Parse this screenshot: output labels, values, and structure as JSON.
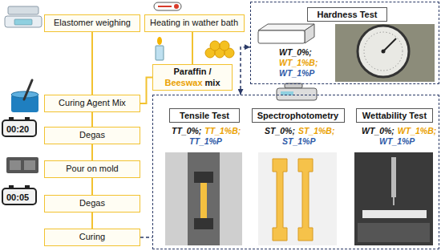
{
  "diagram": {
    "nodes": [
      {
        "text": [
          "Elastomer weighing"
        ]
      },
      {
        "text": [
          "Heating in wather bath"
        ]
      },
      {
        "text": [
          "Paraffin / Beeswax mix"
        ]
      },
      {
        "text": [
          "Curing Agent Mix"
        ]
      },
      {
        "text": [
          "Degas"
        ]
      },
      {
        "text": [
          "Pour on mold"
        ]
      },
      {
        "text": [
          "Degas"
        ]
      },
      {
        "text": [
          "Curing"
        ]
      },
      {
        "text": []
      },
      {
        "text": [
          "Hardness Test"
        ],
        "in": 8
      },
      {
        "text": []
      },
      {
        "text": [
          "Tensile Test"
        ],
        "in": 10
      },
      {
        "text": [
          "Spectrophotometry"
        ],
        "in": 10
      },
      {
        "text": [
          "Wettability Test"
        ],
        "in": 10
      }
    ],
    "edges": [
      {
        "from": 0,
        "to": 3,
        "arrow": "none"
      },
      {
        "from": 1,
        "to": 2,
        "arrow": "none"
      },
      {
        "from": 2,
        "to": 3,
        "arrow": "none"
      },
      {
        "from": 3,
        "to": 4,
        "arrow": "none"
      },
      {
        "from": 4,
        "to": 5,
        "arrow": "none"
      },
      {
        "from": 5,
        "to": 6,
        "arrow": "none"
      },
      {
        "from": 6,
        "to": 7,
        "arrow": "none"
      },
      {
        "from": 7,
        "to": 10,
        "arrow": "none"
      },
      {
        "from": 10,
        "to": 8,
        "arrow": "both"
      }
    ],
    "labels": [
      "00:20",
      "00:05",
      "WT_0%;",
      "WT_1%B;",
      "WT_1%P",
      "TT_0%;",
      "TT_1%B;",
      "TT_1%P",
      "ST_0%;",
      "ST_1%B;",
      "ST_1%P",
      "WT_0%;",
      "WT_1%B;",
      "WT_1%P"
    ]
  }
}
